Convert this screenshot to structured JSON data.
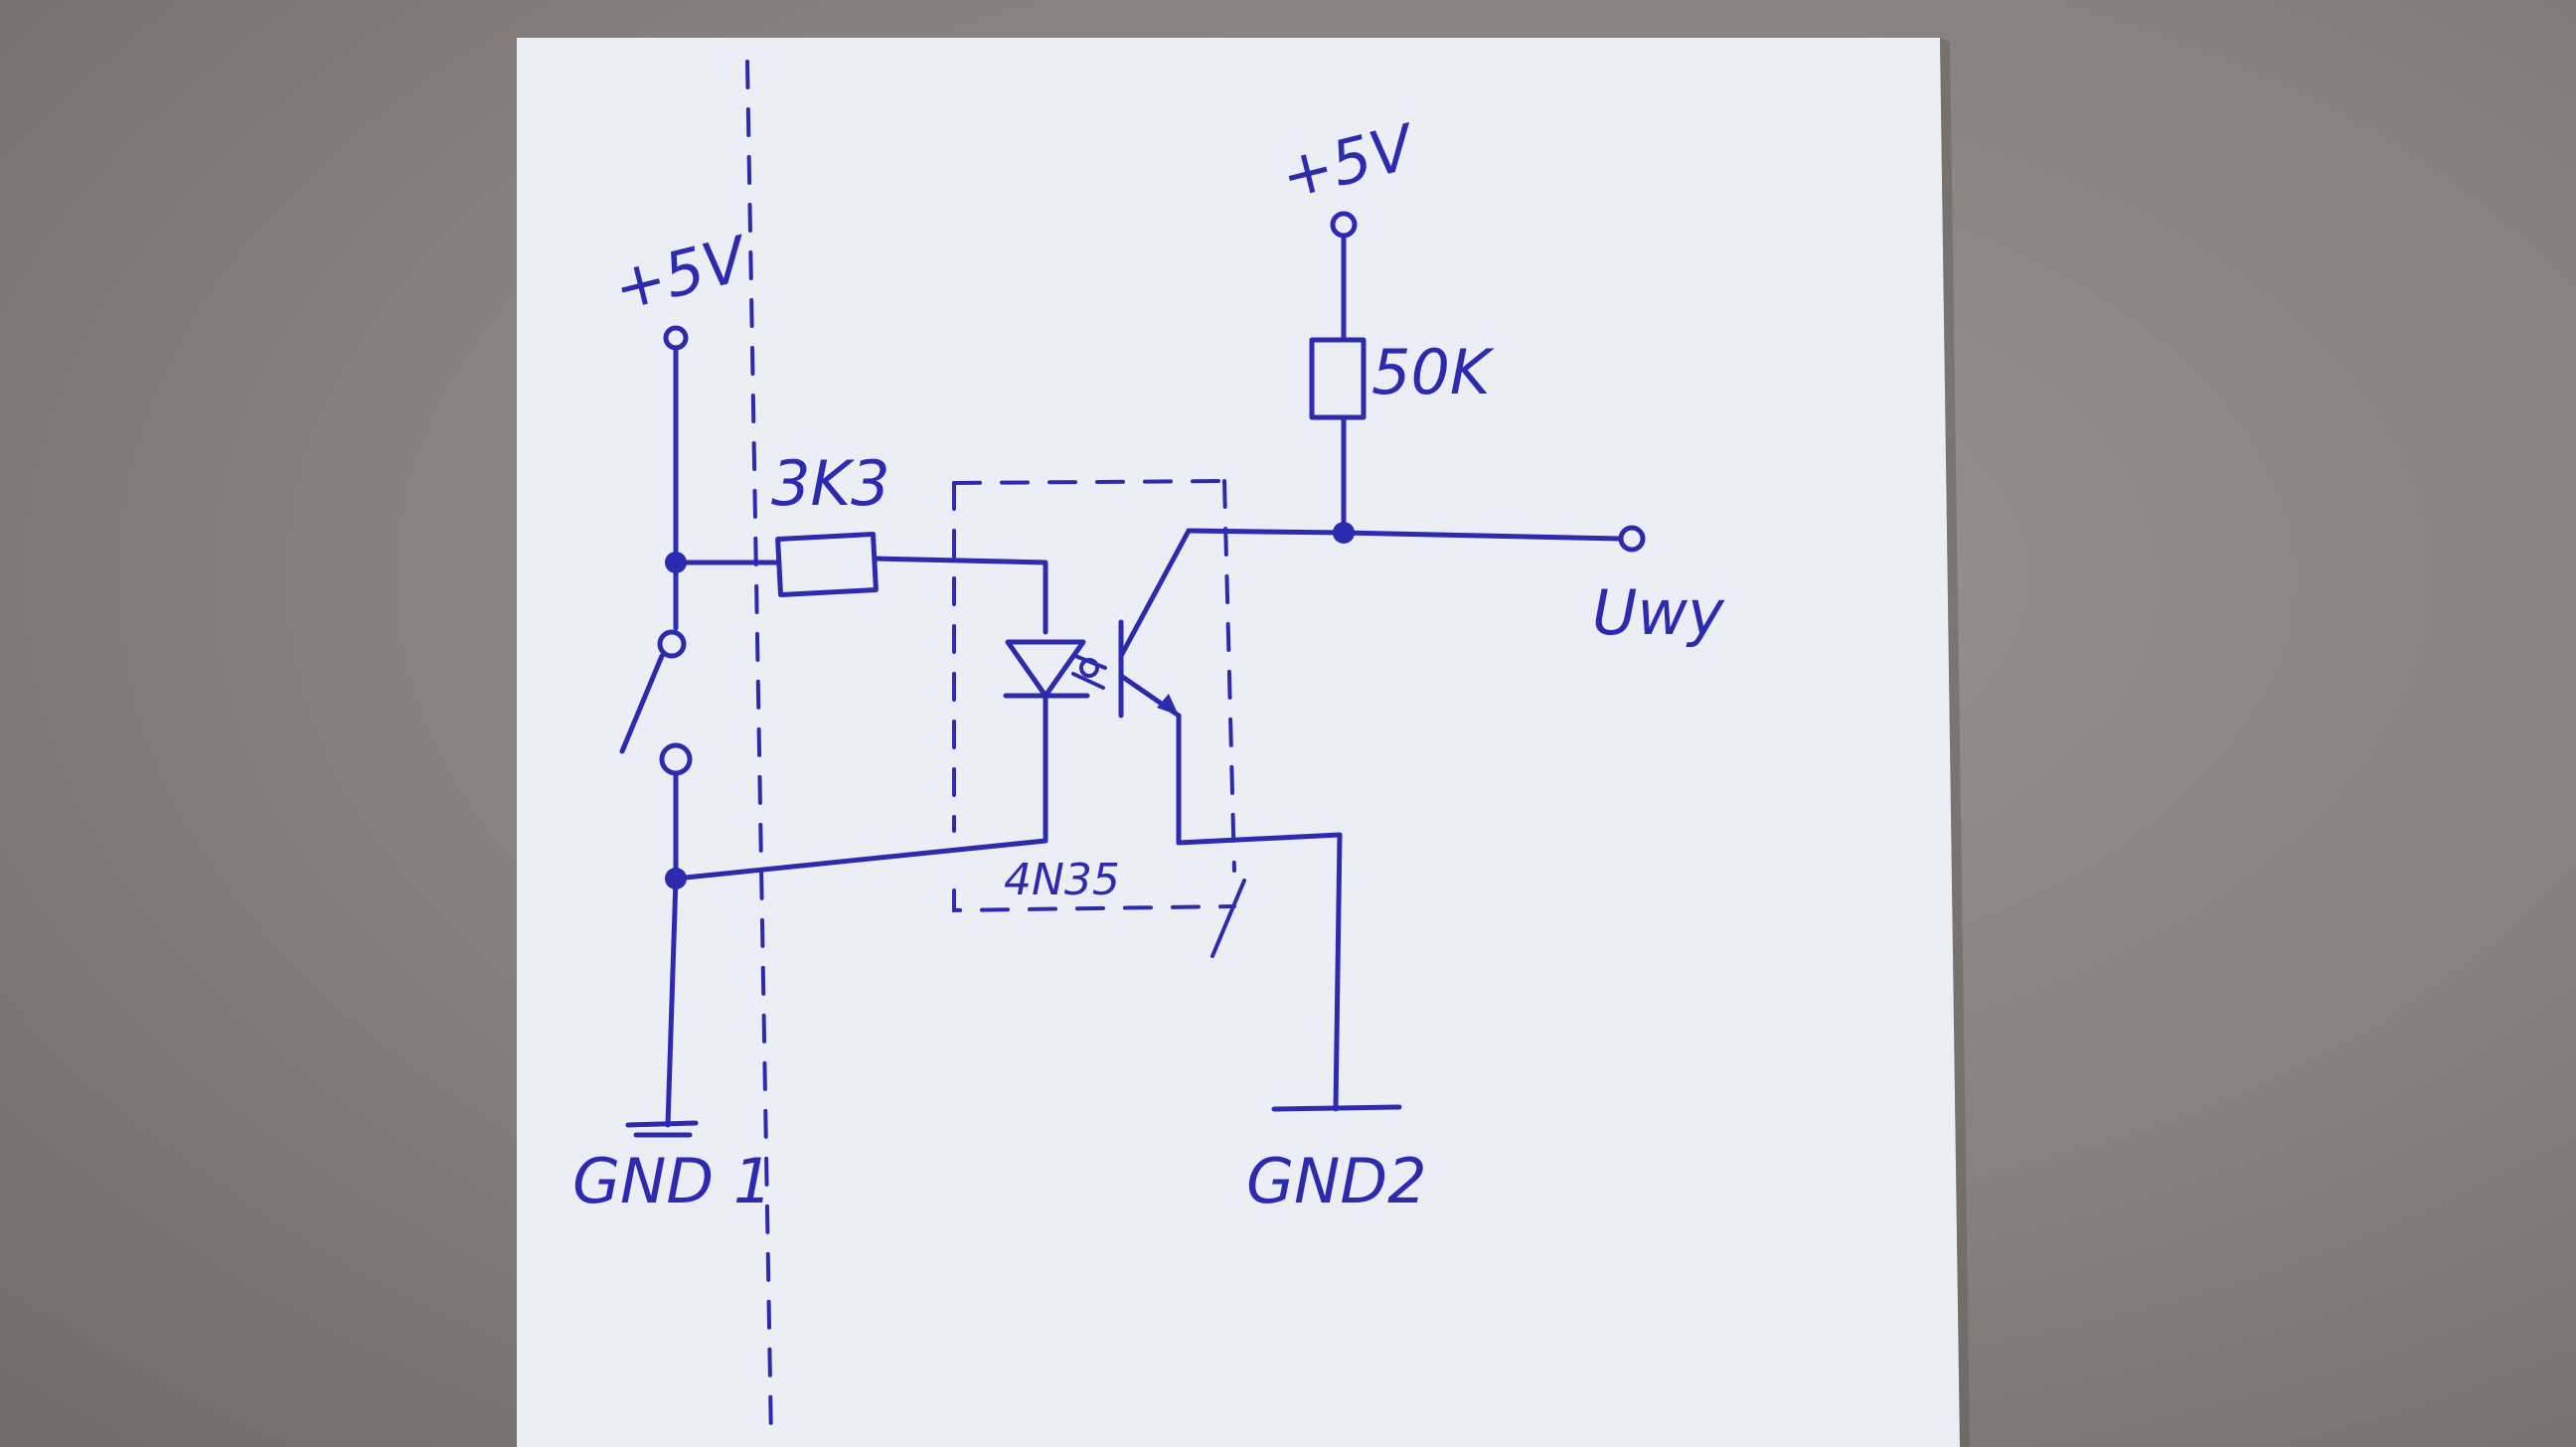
{
  "labels": {
    "vcc_left": "+5V",
    "vcc_right": "+5V",
    "resistor_input": "3K3",
    "resistor_pullup": "50K",
    "output": "Uwy",
    "optocoupler": "4N35",
    "gnd_left": "GND 1",
    "gnd_right": "GND2"
  },
  "colors": {
    "ink": "#2c2bb0",
    "paper": "#eceef5",
    "background": "#87807e"
  }
}
